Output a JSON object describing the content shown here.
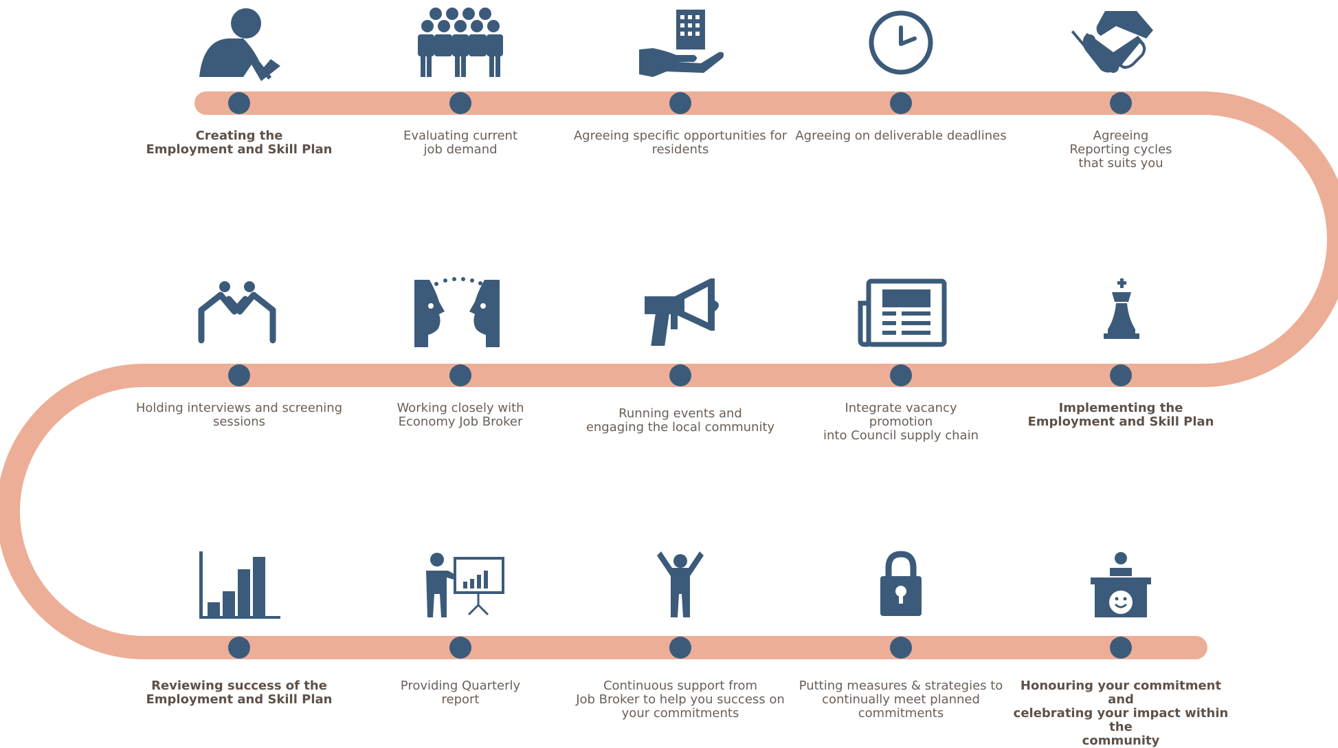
{
  "colors": {
    "track": "#ecae97",
    "node": "#3c5b7a",
    "icon": "#3c5b7a",
    "label": "#6b5e55",
    "label_bold": "#5e5148"
  },
  "steps": [
    {
      "label": "Creating the\nEmployment and Skill Plan",
      "bold": true,
      "icon": "person-writing-icon"
    },
    {
      "label": "Evaluating current\njob demand",
      "bold": false,
      "icon": "group-of-people-icon"
    },
    {
      "label": "Agreeing specific opportunities for\nresidents",
      "bold": false,
      "icon": "building-in-hand-icon"
    },
    {
      "label": "Agreeing on deliverable deadlines",
      "bold": false,
      "icon": "clock-icon"
    },
    {
      "label": "Agreeing\nReporting cycles\nthat suits you",
      "bold": false,
      "icon": "handshake-icon"
    },
    {
      "label": "Implementing the\nEmployment and Skill Plan",
      "bold": true,
      "icon": "chess-king-icon"
    },
    {
      "label": "Integrate vacancy\npromotion\ninto Council supply chain",
      "bold": false,
      "icon": "newspaper-icon"
    },
    {
      "label": "Running events and\nengaging the local community",
      "bold": false,
      "icon": "megaphone-icon"
    },
    {
      "label": "Working closely with\nEconomy Job Broker",
      "bold": false,
      "icon": "two-faces-icon"
    },
    {
      "label": "Holding interviews and screening\nsessions",
      "bold": false,
      "icon": "interview-handshake-icon"
    },
    {
      "label": "Reviewing success of the\nEmployment and Skill Plan",
      "bold": true,
      "icon": "bar-chart-icon"
    },
    {
      "label": "Providing Quarterly\nreport",
      "bold": false,
      "icon": "presenter-icon"
    },
    {
      "label": "Continuous support from\nJob Broker to help you success on\nyour commitments",
      "bold": false,
      "icon": "person-arms-raised-icon"
    },
    {
      "label": "Putting measures & strategies to\ncontinually meet planned\ncommitments",
      "bold": false,
      "icon": "padlock-icon"
    },
    {
      "label": "Honouring your commitment and\ncelebrating your impact within the\ncommunity",
      "bold": true,
      "icon": "reception-desk-icon"
    }
  ]
}
